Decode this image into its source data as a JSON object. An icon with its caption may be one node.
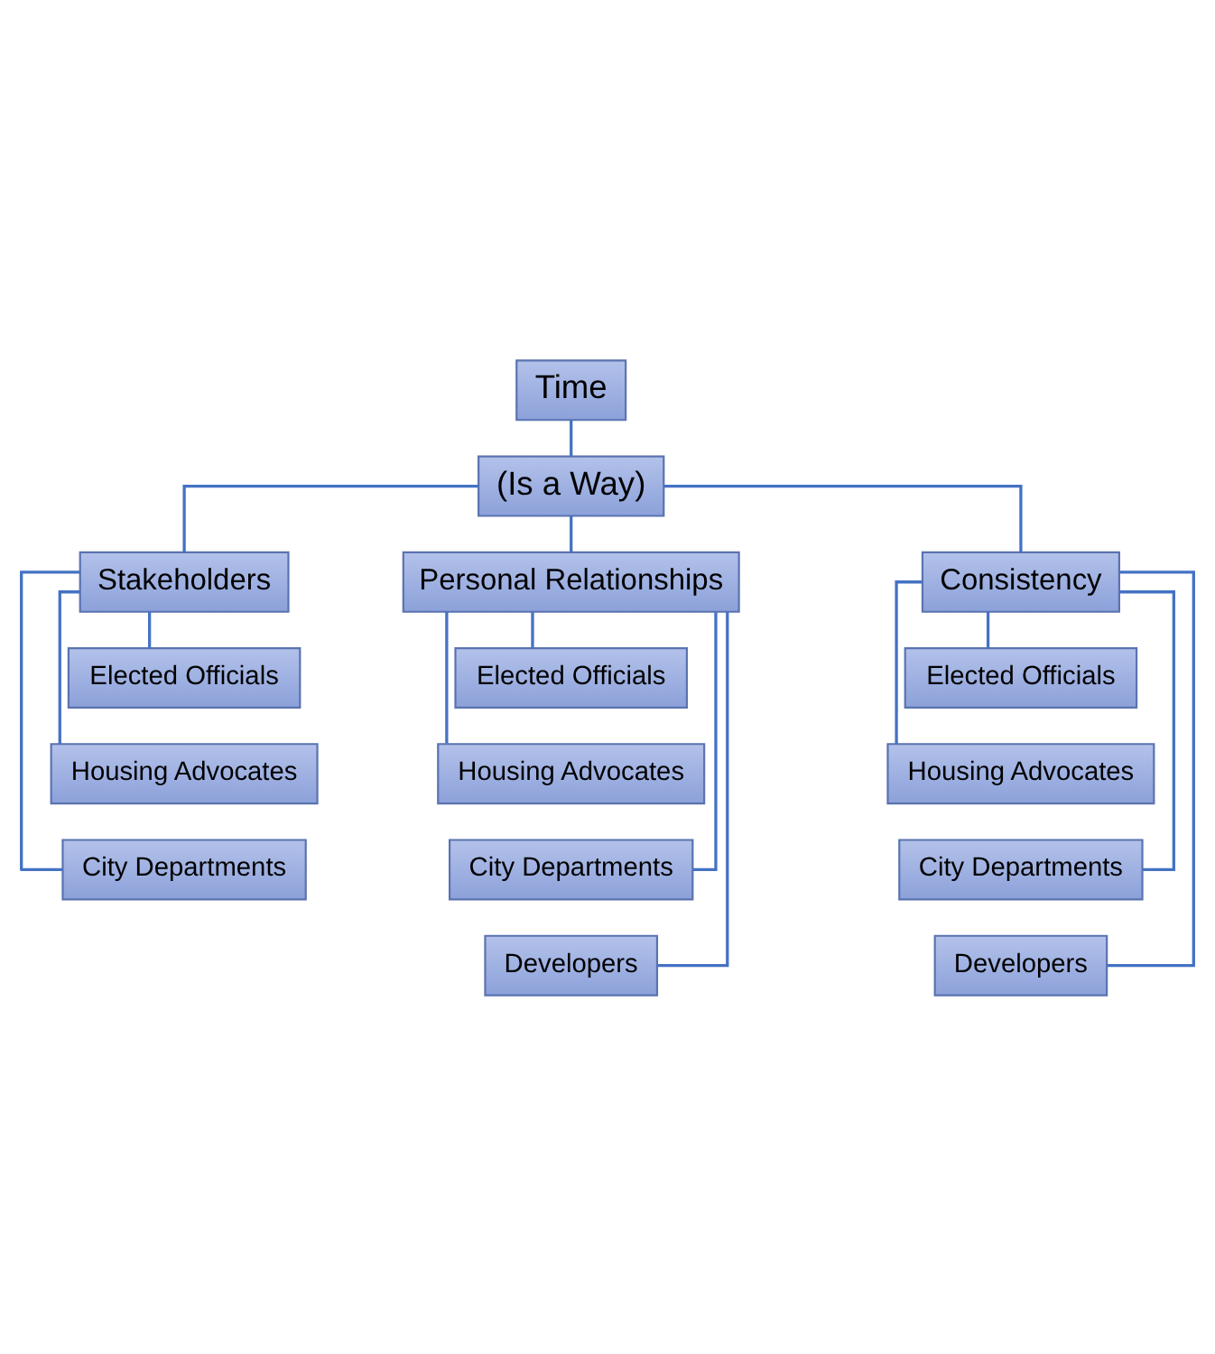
{
  "diagram": {
    "nodes": [
      {
        "text": [
          "Time"
        ]
      },
      {
        "text": [
          "(Is a Way)"
        ]
      },
      {
        "text": [
          "Stakeholders"
        ]
      },
      {
        "text": [
          "Personal Relationships"
        ]
      },
      {
        "text": [
          "Consistency"
        ]
      },
      {
        "text": [
          "Elected Officials"
        ]
      },
      {
        "text": [
          "Housing Advocates"
        ]
      },
      {
        "text": [
          "City Departments"
        ]
      },
      {
        "text": [
          "Elected Officials"
        ]
      },
      {
        "text": [
          "Housing Advocates"
        ]
      },
      {
        "text": [
          "City Departments"
        ]
      },
      {
        "text": [
          "Developers"
        ]
      },
      {
        "text": [
          "Elected Officials"
        ]
      },
      {
        "text": [
          "Housing Advocates"
        ]
      },
      {
        "text": [
          "City Departments"
        ]
      },
      {
        "text": [
          "Developers"
        ]
      }
    ],
    "edges": [
      {
        "from": 0,
        "to": 1,
        "arrow": "none"
      },
      {
        "from": 1,
        "to": 2,
        "arrow": "none"
      },
      {
        "from": 1,
        "to": 3,
        "arrow": "none"
      },
      {
        "from": 1,
        "to": 4,
        "arrow": "none"
      },
      {
        "from": 2,
        "to": 5,
        "arrow": "none"
      },
      {
        "from": 2,
        "to": 6,
        "arrow": "none"
      },
      {
        "from": 2,
        "to": 7,
        "arrow": "none"
      },
      {
        "from": 3,
        "to": 8,
        "arrow": "none"
      },
      {
        "from": 3,
        "to": 9,
        "arrow": "none"
      },
      {
        "from": 3,
        "to": 10,
        "arrow": "none"
      },
      {
        "from": 3,
        "to": 11,
        "arrow": "none"
      },
      {
        "from": 4,
        "to": 12,
        "arrow": "none"
      },
      {
        "from": 4,
        "to": 13,
        "arrow": "none"
      },
      {
        "from": 4,
        "to": 14,
        "arrow": "none"
      },
      {
        "from": 4,
        "to": 15,
        "arrow": "none"
      }
    ]
  }
}
